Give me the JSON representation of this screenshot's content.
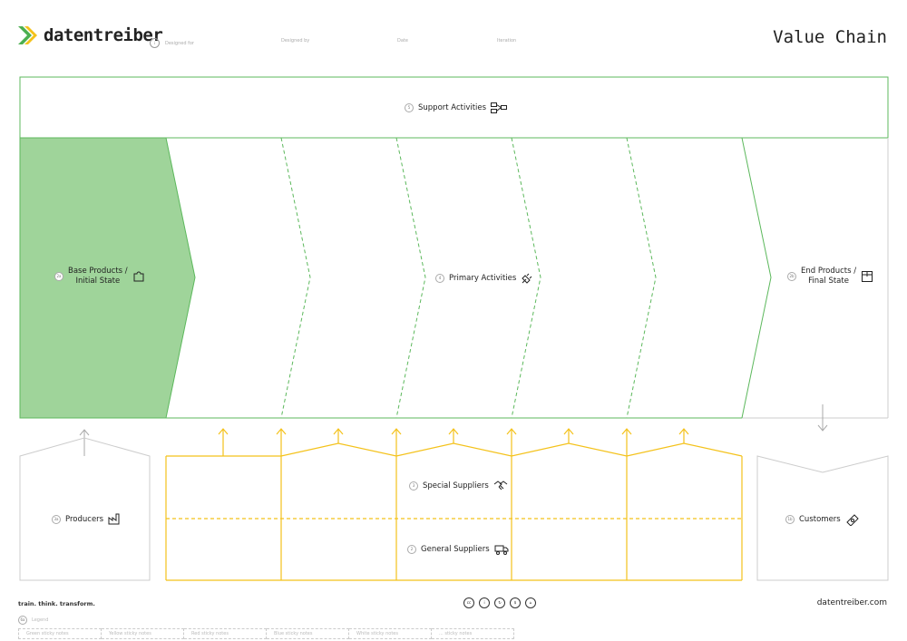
{
  "header": {
    "brand": "datentreiber",
    "meta_fields": [
      "Designed for",
      "Designed by",
      "Date",
      "Iteration"
    ],
    "title": "Value Chain"
  },
  "diagram": {
    "support_activities": {
      "num": "5",
      "label": "Support Activities",
      "icon": "flowchart-icon"
    },
    "base_products": {
      "num": "2a",
      "lines": [
        "Base Products /",
        "Initial State"
      ],
      "icon": "puzzle-icon"
    },
    "primary_activities": {
      "num": "4",
      "label": "Primary Activities",
      "icon": "plug-icon"
    },
    "end_products": {
      "num": "2b",
      "lines": [
        "End Products /",
        "Final State"
      ],
      "icon": "box-icon"
    },
    "producers": {
      "num": "3a",
      "label": "Producers",
      "icon": "factory-icon"
    },
    "special_suppliers": {
      "num": "3",
      "label": "Special Suppliers",
      "icon": "handshake-icon"
    },
    "general_suppliers": {
      "num": "2",
      "label": "General Suppliers",
      "icon": "truck-icon"
    },
    "customers": {
      "num": "1b",
      "label": "Customers",
      "icon": "money-icon"
    }
  },
  "colors": {
    "green": "#5cb85c",
    "green_fill": "#9fd49a",
    "yellow": "#f4c21b",
    "gray": "#bbbbbb"
  },
  "footer": {
    "tagline": "train. think. transform.",
    "website": "datentreiber.com",
    "legend_num": "6a",
    "legend_title": "Legend",
    "legend_items": [
      "Green sticky notes",
      "Yellow sticky notes",
      "Red sticky notes",
      "Blue sticky notes",
      "White sticky notes",
      "... sticky notes"
    ]
  }
}
